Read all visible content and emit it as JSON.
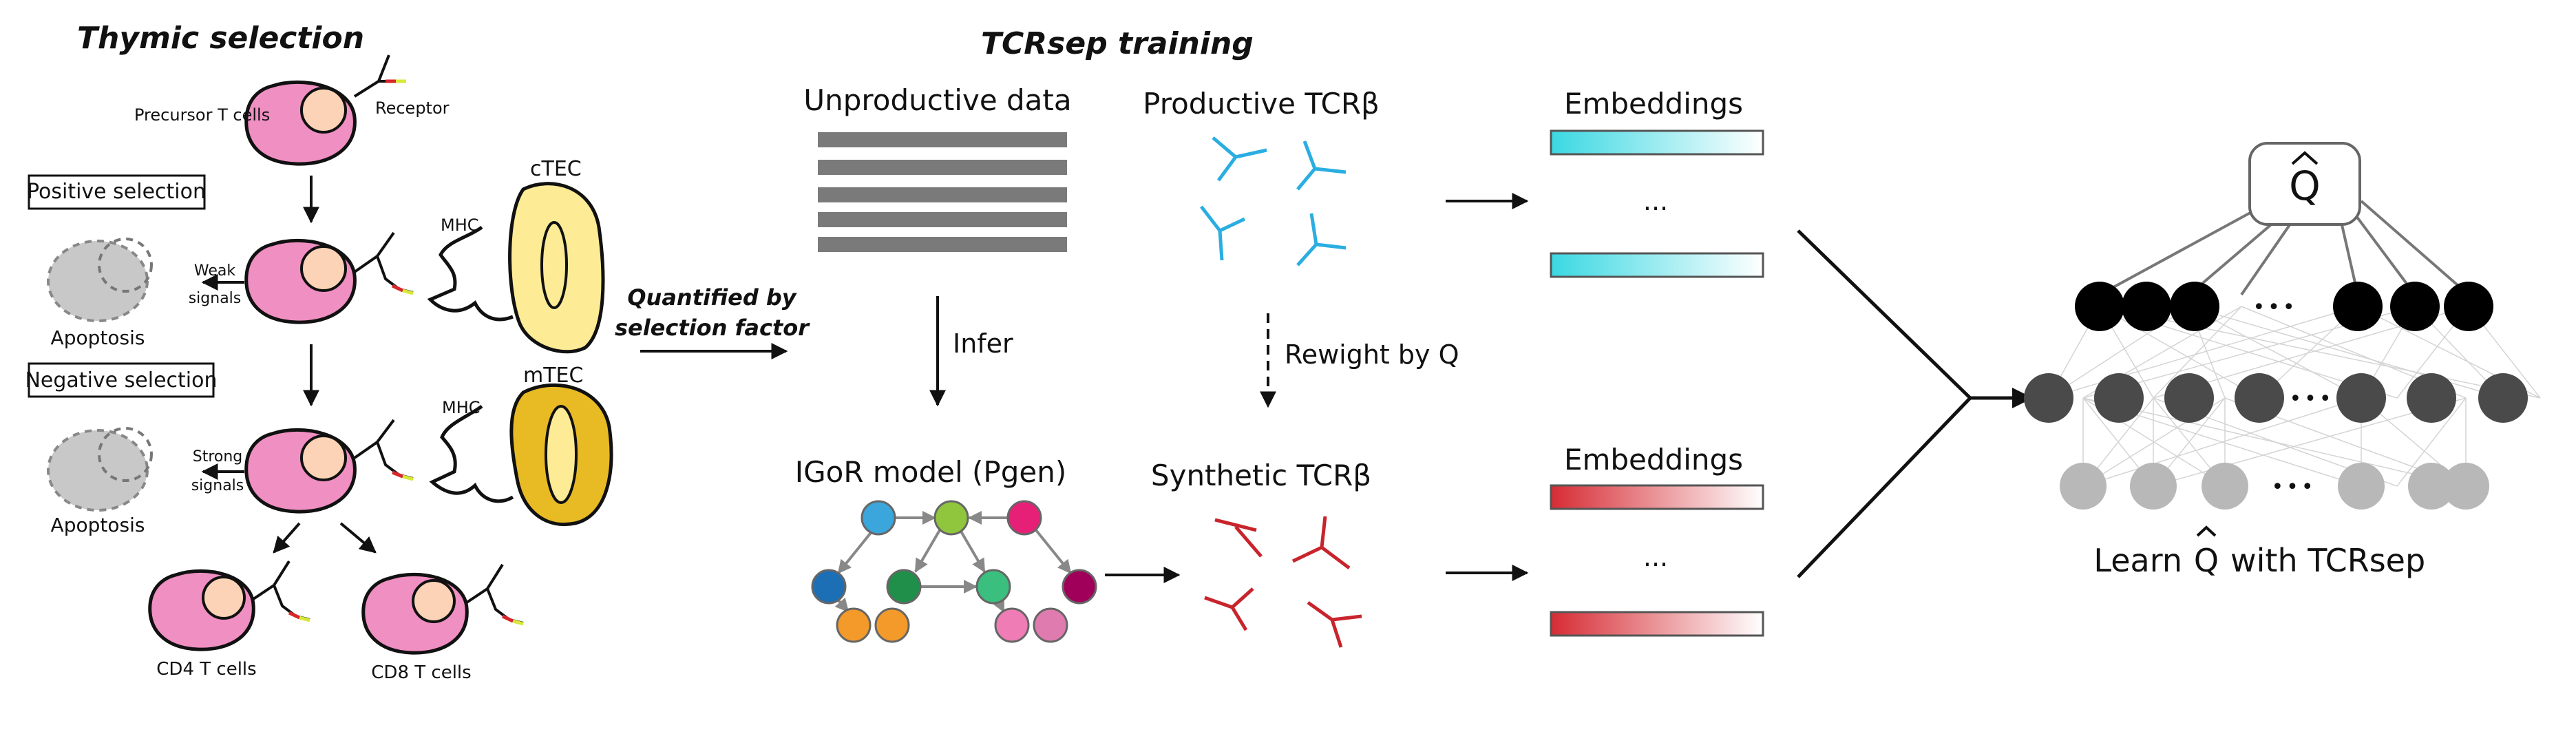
{
  "thymic": {
    "title": "Thymic selection",
    "precursor": "Precursor T cells",
    "receptor": "Receptor",
    "positive": "Positive selection",
    "negative": "Negative selection",
    "ctec": "cTEC",
    "mtec": "mTEC",
    "mhc": "MHC",
    "weak1": "Weak",
    "weak2": "signals",
    "strong1": "Strong",
    "strong2": "signals",
    "apoptosis": "Apoptosis",
    "cd4": "CD4 T cells",
    "cd8": "CD8 T cells"
  },
  "quantified": {
    "line1": "Quantified by",
    "line2": "selection factor"
  },
  "training": {
    "title": "TCRsep training",
    "unproductive": "Unproductive data",
    "productive": "Productive TCRβ",
    "infer": "Infer",
    "reweight": "Rewight by Q",
    "igor": "IGoR model (Pgen)",
    "synthetic": "Synthetic TCRβ",
    "embeddings_top": "Embeddings",
    "embeddings_bottom": "Embeddings",
    "ellipsis": "..."
  },
  "network": {
    "output": "Q",
    "ellipsis": "•••",
    "learn_prefix": "Learn",
    "learn_q": "Q",
    "learn_suffix": "with TCRsep"
  },
  "colors": {
    "cell_pink": "#ef8fc2",
    "nucleus": "#fcd3b6",
    "ctec": "#fdeb96",
    "mtec": "#e8bb24",
    "productive_blue": "#2aaee2",
    "synthetic_red": "#c8242c",
    "emb_cyan": "#3ad8e2",
    "emb_red": "#d62c34",
    "node_black": "#000000",
    "node_dark": "#4a4a4a",
    "node_light": "#b8b8b8"
  }
}
